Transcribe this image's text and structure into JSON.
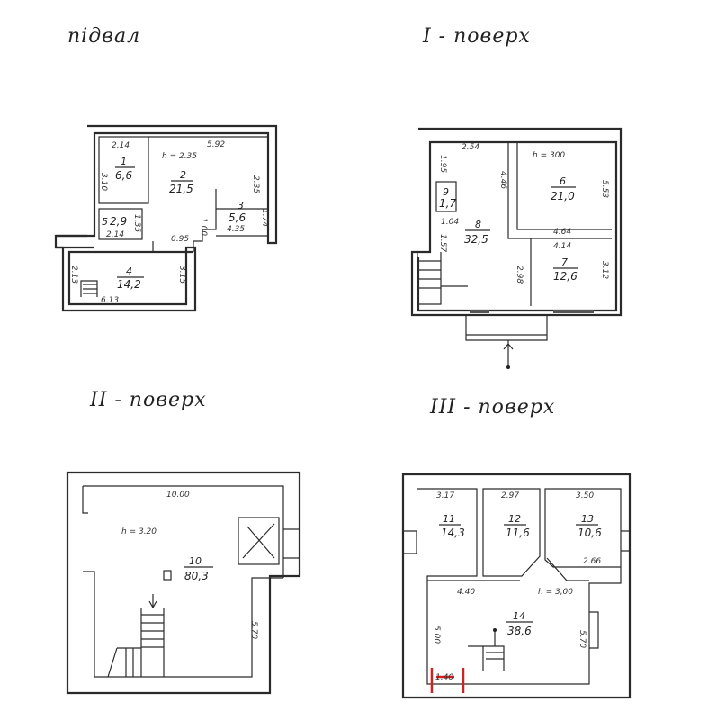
{
  "titles": {
    "basement": "підвал",
    "floor1": "I - поверх",
    "floor2": "II - поверх",
    "floor3": "III - поверх"
  },
  "basement": {
    "height": "h = 2.35",
    "rooms": [
      {
        "num": "1",
        "area": "6,6"
      },
      {
        "num": "2",
        "area": "21,5"
      },
      {
        "num": "3",
        "area": "5,6"
      },
      {
        "num": "4",
        "area": "14,2"
      },
      {
        "num": "5",
        "area": "2,9"
      }
    ],
    "dims": [
      "2.14",
      "5.92",
      "2.35",
      "3.10",
      "1.35",
      "2.14",
      "1.00",
      "1.74",
      "4.35",
      "0.95",
      "3.15",
      "2.13",
      "6.13"
    ]
  },
  "floor1": {
    "height": "h = 300",
    "rooms": [
      {
        "num": "6",
        "area": "21,0"
      },
      {
        "num": "7",
        "area": "12,6"
      },
      {
        "num": "8",
        "area": "32,5"
      },
      {
        "num": "9",
        "area": "1,7"
      }
    ],
    "dims": [
      "2.54",
      "1.95",
      "4.46",
      "5.53",
      "1.04",
      "4.64",
      "4.14",
      "1.57",
      "2.98",
      "3.12"
    ]
  },
  "floor2": {
    "height": "h = 3.20",
    "rooms": [
      {
        "num": "10",
        "area": "80,3"
      }
    ],
    "dims": [
      "10.00",
      "5.70"
    ]
  },
  "floor3": {
    "height": "h = 3,00",
    "rooms": [
      {
        "num": "11",
        "area": "14,3"
      },
      {
        "num": "12",
        "area": "11,6"
      },
      {
        "num": "13",
        "area": "10,6"
      },
      {
        "num": "14",
        "area": "38,6"
      }
    ],
    "dims": [
      "3.17",
      "2.97",
      "3.50",
      "2.66",
      "4.40",
      "5.00",
      "5.70",
      "1.40"
    ]
  }
}
